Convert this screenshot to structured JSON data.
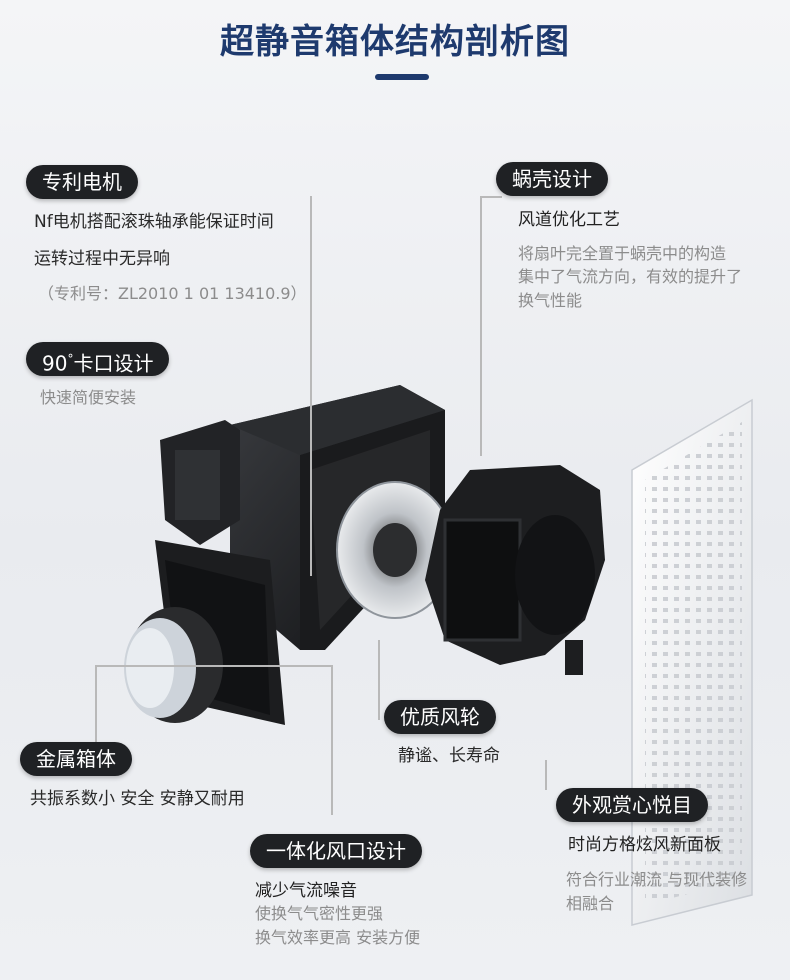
{
  "title": "超静音箱体结构剖析图",
  "callouts": {
    "motor": {
      "label": "专利电机",
      "line1": "Nf电机搭配滚珠轴承能保证时间",
      "line2": "运转过程中无异响",
      "patent": "（专利号：ZL2010 1 01 13410.9）"
    },
    "clip": {
      "label_prefix": "90",
      "label_degree": "°",
      "label_suffix": "卡口设计",
      "desc": "快速简便安装"
    },
    "volute": {
      "label": "蜗壳设计",
      "line1": "风道优化工艺",
      "line2": "将扇叶完全置于蜗壳中的构造",
      "line3": "集中了气流方向，有效的提升了",
      "line4": "换气性能"
    },
    "box": {
      "label": "金属箱体",
      "desc": "共振系数小 安全 安静又耐用"
    },
    "wheel": {
      "label": "优质风轮",
      "desc": "静谧、长寿命"
    },
    "panel": {
      "label": "外观赏心悦目",
      "line1": "时尚方格炫风新面板",
      "line2": "符合行业潮流 与现代装修",
      "line3": "相融合"
    },
    "outlet": {
      "label": "一体化风口设计",
      "line1": "减少气流噪音",
      "line2": "使换气气密性更强",
      "line3": "换气效率更高 安装方便"
    }
  },
  "colors": {
    "title": "#1e3a6e",
    "pill_bg": "#1f2124",
    "pill_text": "#ffffff",
    "gray_text": "#8c8c8c"
  }
}
